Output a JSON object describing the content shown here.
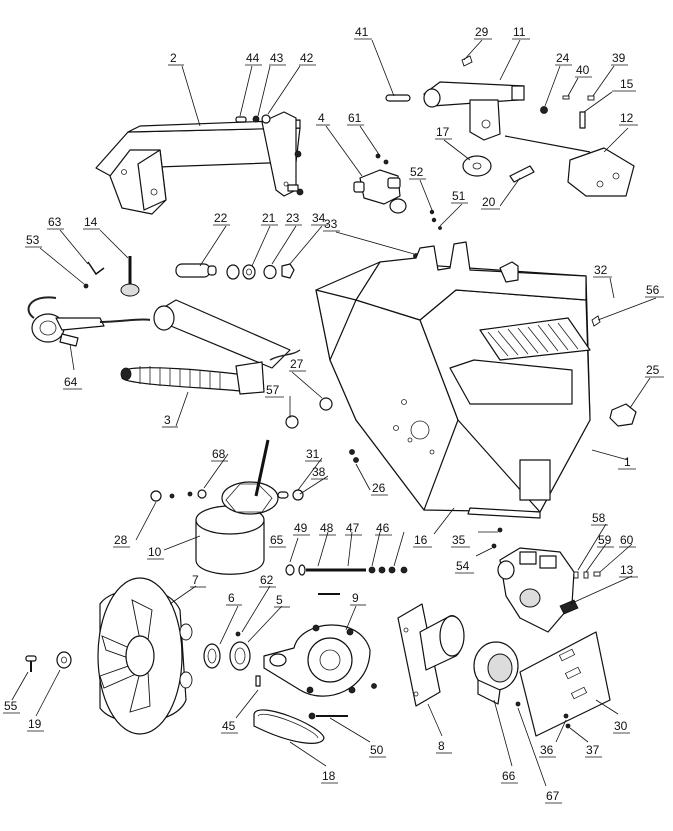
{
  "diagram": {
    "callouts": [
      {
        "id": "c41",
        "label": "41"
      },
      {
        "id": "c29",
        "label": "29"
      },
      {
        "id": "c11",
        "label": "11"
      },
      {
        "id": "c2",
        "label": "2"
      },
      {
        "id": "c44",
        "label": "44"
      },
      {
        "id": "c43",
        "label": "43"
      },
      {
        "id": "c42",
        "label": "42"
      },
      {
        "id": "c24",
        "label": "24"
      },
      {
        "id": "c40",
        "label": "40"
      },
      {
        "id": "c39",
        "label": "39"
      },
      {
        "id": "c15",
        "label": "15"
      },
      {
        "id": "c4",
        "label": "4"
      },
      {
        "id": "c61",
        "label": "61"
      },
      {
        "id": "c17",
        "label": "17"
      },
      {
        "id": "c12",
        "label": "12"
      },
      {
        "id": "c52",
        "label": "52"
      },
      {
        "id": "c51",
        "label": "51"
      },
      {
        "id": "c20",
        "label": "20"
      },
      {
        "id": "c63",
        "label": "63"
      },
      {
        "id": "c14",
        "label": "14"
      },
      {
        "id": "c22",
        "label": "22"
      },
      {
        "id": "c21",
        "label": "21"
      },
      {
        "id": "c23",
        "label": "23"
      },
      {
        "id": "c34",
        "label": "34"
      },
      {
        "id": "c33",
        "label": "33"
      },
      {
        "id": "c53",
        "label": "53"
      },
      {
        "id": "c32",
        "label": "32"
      },
      {
        "id": "c56",
        "label": "56"
      },
      {
        "id": "c64",
        "label": "64"
      },
      {
        "id": "c3",
        "label": "3"
      },
      {
        "id": "c27",
        "label": "27"
      },
      {
        "id": "c25",
        "label": "25"
      },
      {
        "id": "c57",
        "label": "57"
      },
      {
        "id": "c1",
        "label": "1"
      },
      {
        "id": "c68",
        "label": "68"
      },
      {
        "id": "c31",
        "label": "31"
      },
      {
        "id": "c38",
        "label": "38"
      },
      {
        "id": "c26",
        "label": "26"
      },
      {
        "id": "c28",
        "label": "28"
      },
      {
        "id": "c10",
        "label": "10"
      },
      {
        "id": "c16",
        "label": "16"
      },
      {
        "id": "c35",
        "label": "35"
      },
      {
        "id": "c54",
        "label": "54"
      },
      {
        "id": "c58",
        "label": "58"
      },
      {
        "id": "c65",
        "label": "65"
      },
      {
        "id": "c49",
        "label": "49"
      },
      {
        "id": "c48",
        "label": "48"
      },
      {
        "id": "c47",
        "label": "47"
      },
      {
        "id": "c46",
        "label": "46"
      },
      {
        "id": "c59",
        "label": "59"
      },
      {
        "id": "c60",
        "label": "60"
      },
      {
        "id": "c13",
        "label": "13"
      },
      {
        "id": "c7",
        "label": "7"
      },
      {
        "id": "c62",
        "label": "62"
      },
      {
        "id": "c6",
        "label": "6"
      },
      {
        "id": "c5",
        "label": "5"
      },
      {
        "id": "c9",
        "label": "9"
      },
      {
        "id": "c55",
        "label": "55"
      },
      {
        "id": "c19",
        "label": "19"
      },
      {
        "id": "c45",
        "label": "45"
      },
      {
        "id": "c50",
        "label": "50"
      },
      {
        "id": "c8",
        "label": "8"
      },
      {
        "id": "c30",
        "label": "30"
      },
      {
        "id": "c36",
        "label": "36"
      },
      {
        "id": "c37",
        "label": "37"
      },
      {
        "id": "c18",
        "label": "18"
      },
      {
        "id": "c66",
        "label": "66"
      },
      {
        "id": "c67",
        "label": "67"
      }
    ]
  }
}
